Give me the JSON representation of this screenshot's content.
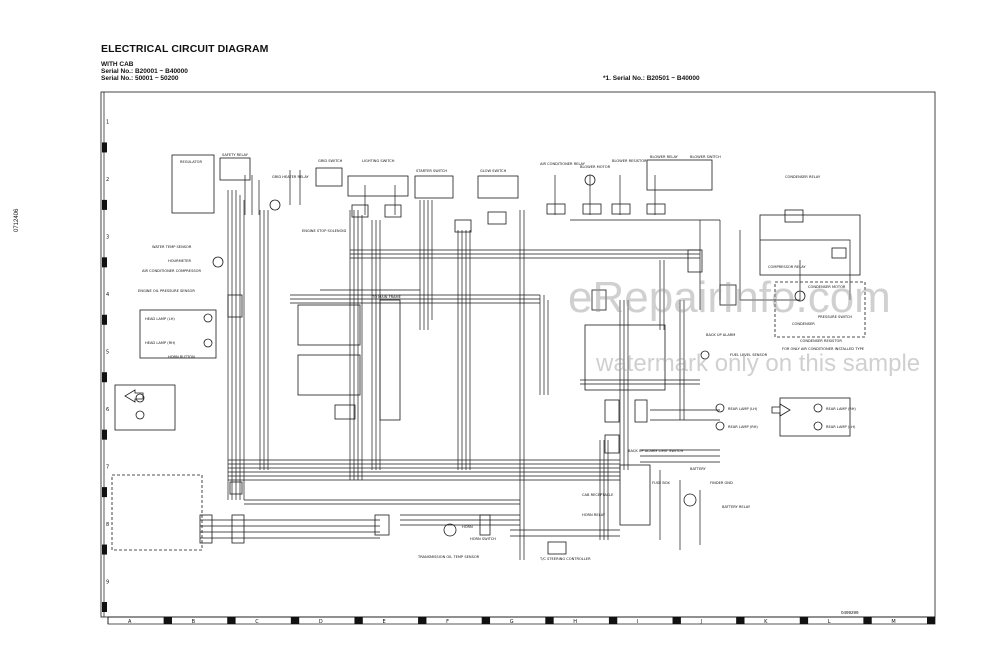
{
  "header": {
    "title": "ELECTRICAL CIRCUIT DIAGRAM",
    "variant": "WITH CAB",
    "serial_1": "Serial No.: B20001 ~ B40000",
    "serial_2": "Serial No.: 50001 ~ 50200",
    "footnote": "*1. Serial No.: B20501 ~ B40000"
  },
  "side_code": "0712406",
  "drawing_code": "0499299",
  "watermark": {
    "site": "eRepairInfo.com",
    "notice": "watermark only on this sample"
  },
  "grid": {
    "columns": [
      "A",
      "B",
      "C",
      "D",
      "E",
      "F",
      "G",
      "H",
      "I",
      "J",
      "K",
      "L",
      "M"
    ],
    "rows": [
      "1",
      "2",
      "3",
      "4",
      "5",
      "6",
      "7",
      "8",
      "9"
    ]
  },
  "labels": {
    "regulator": "REGULATOR",
    "safety_relay": "SAFETY RELAY",
    "grid_switch": "GRID SWITCH",
    "grid_heater_relay": "GRID HEATER RELAY",
    "lighting_switch": "LIGHTING SWITCH",
    "starter_switch": "STARTER SWITCH",
    "glow_switch": "GLOW SWITCH",
    "air_conditioner_relay": "AIR CONDITIONER RELAY",
    "blower_motor": "BLOWER MOTOR",
    "blower_resistor": "BLOWER RESISTOR",
    "blower_switch": "BLOWER SWITCH",
    "blower_relay": "BLOWER RELAY",
    "water_temp_sensor": "WATER TEMP SENSOR",
    "hourmeter": "HOURMETER",
    "air_conditioner_compressor": "AIR CONDITIONER COMPRESSOR",
    "engine_oil_pressure_sensor": "ENGINE OIL PRESSURE SENSOR",
    "engine_stop_solenoid": "ENGINE STOP SOLENOID",
    "to_main_frame": "TO MAIN FRAME",
    "head_lamp_lh": "HEAD LAMP (LH)",
    "head_lamp_rh": "HEAD LAMP (RH)",
    "horn_button": "HORN BUTTON",
    "fuel_level_sensor": "FUEL LEVEL SENSOR",
    "rear_lamp_lh": "REAR LAMP (LH)",
    "rear_lamp_rh": "REAR LAMP (RH)",
    "rear_lamp_rh_m1": "REAR LAMP (RH)",
    "rear_lamp_lh_m1": "REAR LAMP (LH)",
    "back_up_alarm": "BACK UP ALARM",
    "back_up_alarm_limit_switch": "BACK UP ALARM LIMIT SWITCH",
    "battery": "BATTERY",
    "fuse_box": "FUSE BOX",
    "finder_gnd": "FINDER GND",
    "battery_relay": "BATTERY RELAY",
    "cab_receptacle": "CAB RECEPTACLE",
    "horn_relay": "HORN RELAY",
    "transmission_oil_temp_sensor": "TRANSMISSION OIL TEMP SENSOR",
    "horn": "HORN",
    "horn_switch": "HORN SWITCH",
    "tc_steering_controller": "T/C STEERING CONTROLLER",
    "condenser": "CONDENSER",
    "condenser_motor": "CONDENSER MOTOR",
    "condenser_relay": "CONDENSER RELAY",
    "condenser_resistor": "CONDENSER RESISTOR",
    "pressure_switch": "PRESSURE SWITCH",
    "compressor_relay": "COMPRESSOR RELAY",
    "air_conditioner_only": "FOR ONLY AIR CONDITIONER INSTALLED TYPE"
  },
  "colors": {
    "line": "#1a1a1a",
    "background": "#ffffff",
    "watermark": "#9a9a9a"
  }
}
